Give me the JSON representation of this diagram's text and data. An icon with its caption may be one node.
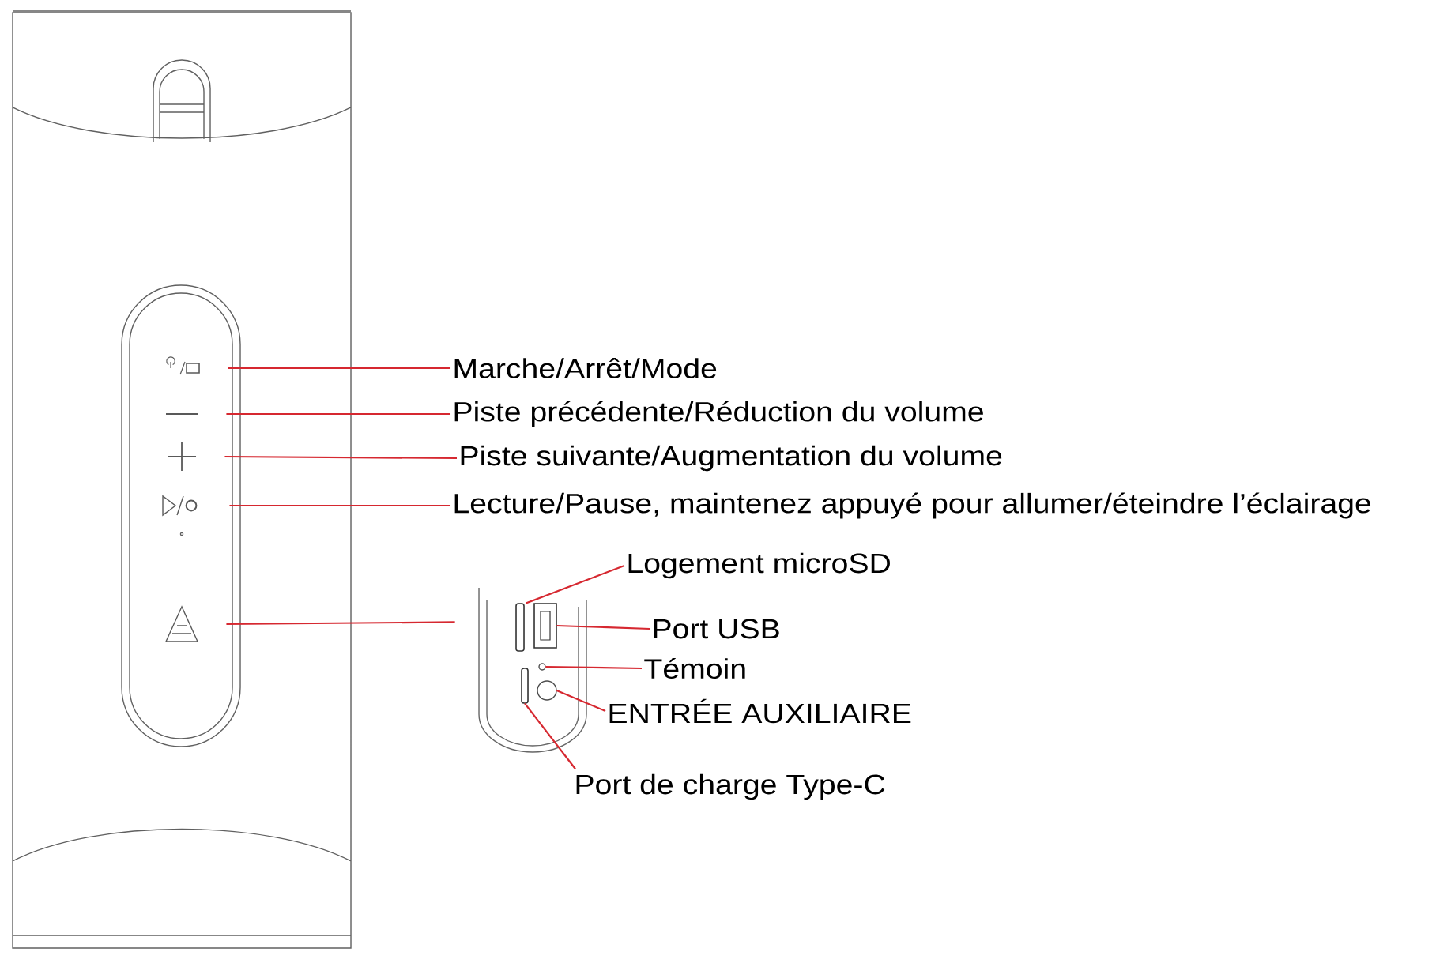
{
  "diagram": {
    "nodes": [
      {
        "text": [
          "Marche/Arrêt/Mode"
        ]
      },
      {
        "text": [
          "Piste précédente/Réduction du volume"
        ]
      },
      {
        "text": [
          "Piste suivante/Augmentation du volume"
        ]
      },
      {
        "text": [
          "Lecture/Pause, maintenez appuyé pour allumer/éteindre l’éclairage"
        ]
      },
      {
        "text": [
          "Logement microSD"
        ]
      },
      {
        "text": [
          "Port USB"
        ]
      },
      {
        "text": [
          "Témoin"
        ]
      },
      {
        "text": [
          "ENTRÉE AUXILIAIRE"
        ]
      },
      {
        "text": [
          "Port de charge Type-C"
        ]
      },
      {
        "text": [],
        "shape": "symbol"
      },
      {
        "text": [],
        "shape": "minus"
      },
      {
        "text": [],
        "shape": "plus"
      },
      {
        "text": [],
        "shape": "play"
      },
      {
        "text": [],
        "shape": "triangle"
      },
      {
        "text": [],
        "shape": "housing"
      },
      {
        "text": [],
        "shape": "slot",
        "in": 14
      },
      {
        "text": [],
        "shape": "box",
        "in": 14
      },
      {
        "text": [],
        "shape": "circle",
        "in": 14
      },
      {
        "text": [],
        "shape": "circle",
        "in": 14
      },
      {
        "text": [],
        "shape": "slot",
        "in": 14
      }
    ],
    "edges": [
      {
        "from": 0,
        "to": 9,
        "arrow": "none"
      },
      {
        "from": 1,
        "to": 10,
        "arrow": "none"
      },
      {
        "from": 2,
        "to": 11,
        "arrow": "none"
      },
      {
        "from": 3,
        "to": 12,
        "arrow": "none"
      },
      {
        "from": 13,
        "to": 14,
        "arrow": "none"
      },
      {
        "from": 4,
        "to": 15,
        "arrow": "none"
      },
      {
        "from": 5,
        "to": 16,
        "arrow": "none"
      },
      {
        "from": 6,
        "to": 17,
        "arrow": "none"
      },
      {
        "from": 7,
        "to": 18,
        "arrow": "none"
      },
      {
        "from": 8,
        "to": 19,
        "arrow": "none"
      }
    ]
  }
}
